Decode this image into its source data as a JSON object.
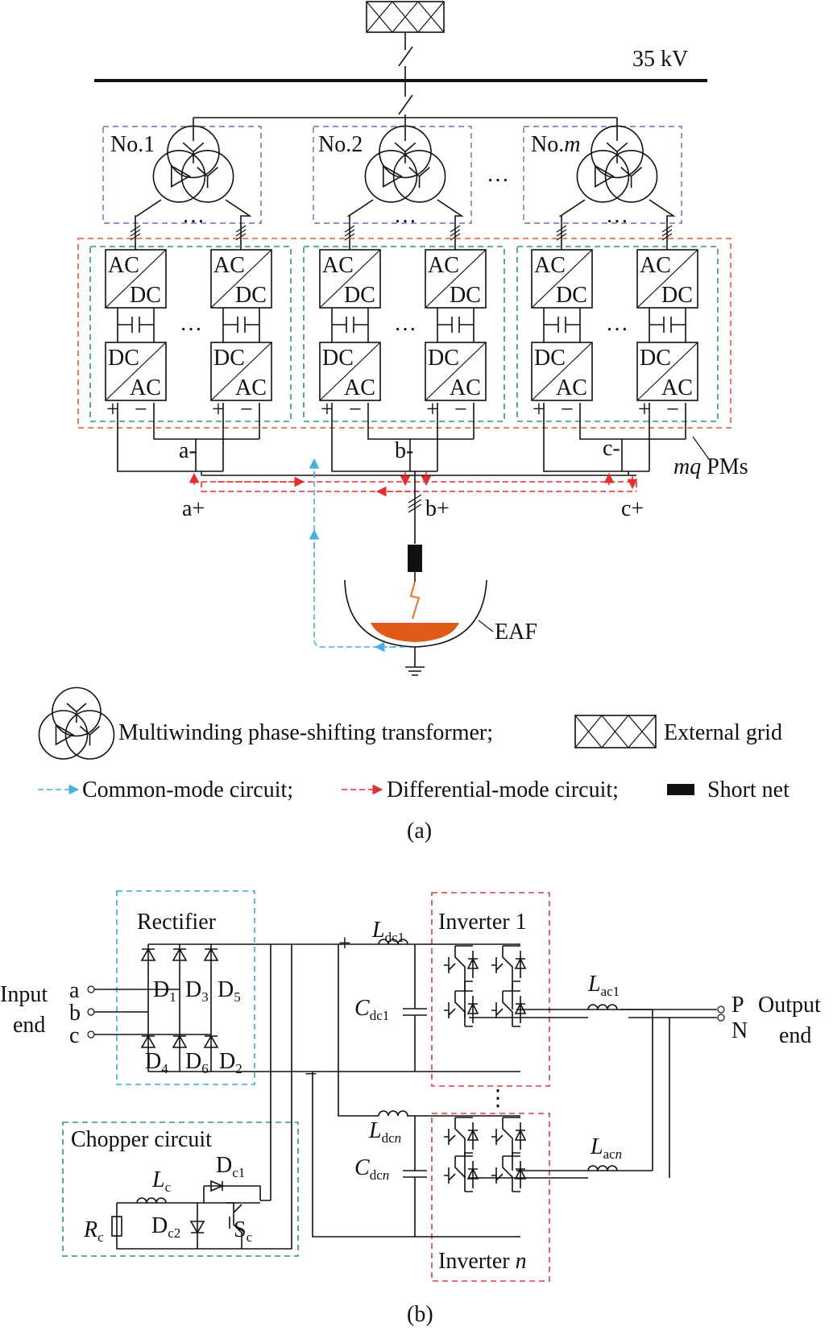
{
  "part_a": {
    "voltage_label": "35 kV",
    "transformers": [
      {
        "label": "No.1"
      },
      {
        "label": "No.2"
      },
      {
        "label": "No."
      }
    ],
    "transformer_m_italic": "m",
    "ellipsis": "…",
    "module_labels": {
      "ac": "AC",
      "dc": "DC",
      "plus": "+",
      "minus": "−"
    },
    "phase_minus": [
      "a-",
      "b-",
      "c-"
    ],
    "phase_plus": [
      "a+",
      "b+",
      "c+"
    ],
    "pms_italic": "mq",
    "pms_label": " PMs",
    "eaf_label": "EAF",
    "caption": "(a)"
  },
  "legend": {
    "transformer_text": "Multiwinding phase-shifting transformer;",
    "grid_text": "External grid",
    "common_mode": "Common-mode circuit;",
    "differential_mode": "Differential-mode circuit;",
    "short_net": "Short net",
    "colors": {
      "common_mode": "#4aaee0",
      "differential_mode": "#e03030",
      "arc": "#e8702a",
      "melt": "#e05a1a"
    }
  },
  "part_b": {
    "rectifier": "Rectifier",
    "chopper": "Chopper circuit",
    "input_end": [
      "Input",
      "end"
    ],
    "output_end": [
      "Output",
      "end"
    ],
    "inputs": [
      "a",
      "b",
      "c"
    ],
    "diodes": [
      "D",
      "D",
      "D",
      "D",
      "D",
      "D"
    ],
    "diode_subs": [
      "1",
      "3",
      "5",
      "4",
      "6",
      "2"
    ],
    "inverter1": "Inverter 1",
    "invertern_prefix": "Inverter ",
    "invertern_italic": "n",
    "plus": "+",
    "minus": "−",
    "ldc1": {
      "main": "L",
      "sub": "dc1"
    },
    "ldcn": {
      "main": "L",
      "sub": "dc",
      "subn": "n"
    },
    "cdc1": {
      "main": "C",
      "sub": "dc1"
    },
    "cdcn": {
      "main": "C",
      "sub": "dc",
      "subn": "n"
    },
    "lac1": {
      "main": "L",
      "sub": "ac1"
    },
    "lacn": {
      "main": "L",
      "sub": "ac",
      "subn": "n"
    },
    "lc": {
      "main": "L",
      "sub": "c"
    },
    "rc": {
      "main": "R",
      "sub": "c"
    },
    "dc1": {
      "main": "D",
      "sub": "c1"
    },
    "dc2": {
      "main": "D",
      "sub": "c2"
    },
    "sc": {
      "main": "S",
      "sub": "c"
    },
    "out_p": "P",
    "out_n": "N",
    "caption": "(b)"
  }
}
